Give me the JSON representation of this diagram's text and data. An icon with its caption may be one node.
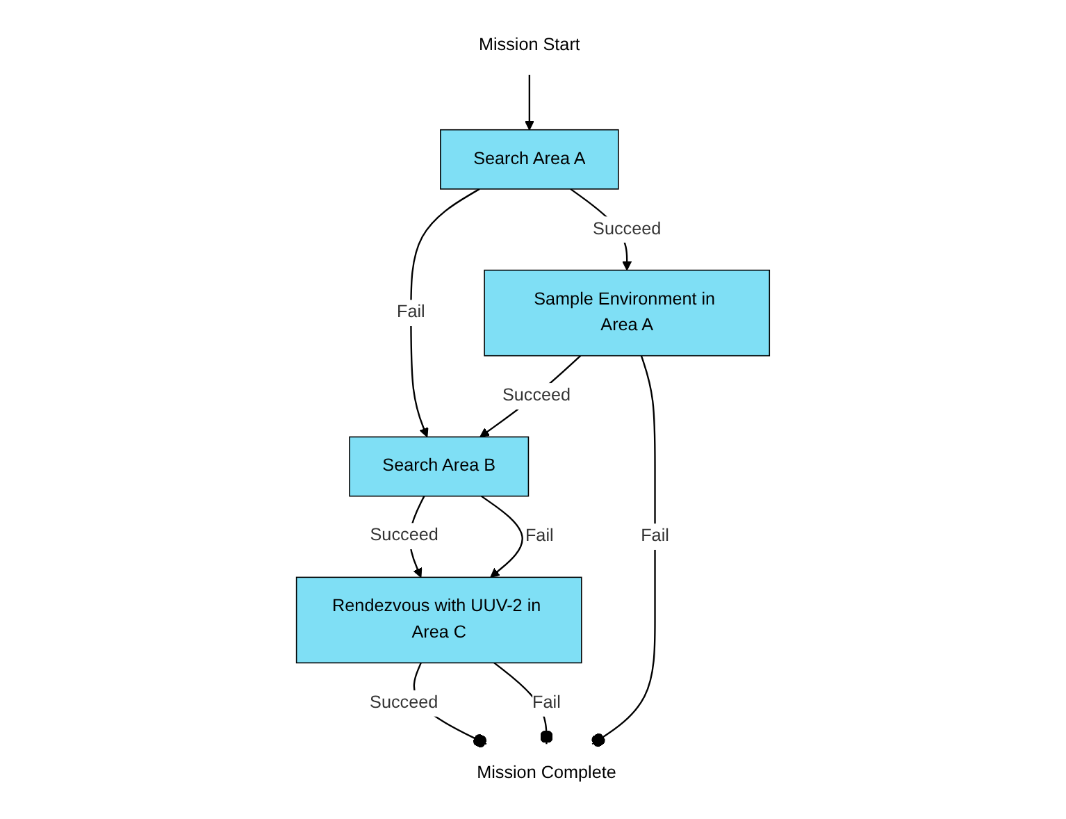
{
  "diagram": {
    "nodes": [
      {
        "text": [
          "Mission Start"
        ]
      },
      {
        "text": [
          "Search Area A"
        ]
      },
      {
        "text": [
          "Search Area B"
        ]
      },
      {
        "text": [
          "Sample Environment in Area A"
        ]
      },
      {
        "text": [
          "Rendezvous with UUV-2 in Area C"
        ]
      },
      {
        "text": [
          "Mission Complete"
        ]
      }
    ],
    "edges": [
      {
        "from": 0,
        "to": 1,
        "arrow": "to"
      },
      {
        "from": 1,
        "to": 2,
        "label": "Fail",
        "arrow": "to"
      },
      {
        "from": 1,
        "to": 3,
        "label": "Succeed",
        "arrow": "to"
      },
      {
        "from": 3,
        "to": 2,
        "label": "Succeed",
        "arrow": "to"
      },
      {
        "from": 2,
        "to": 4,
        "label": "Succeed",
        "arrow": "to"
      },
      {
        "from": 2,
        "to": 4,
        "label": "Fail",
        "arrow": "to"
      },
      {
        "from": 3,
        "to": 5,
        "label": "Fail",
        "arrow": "other"
      },
      {
        "from": 4,
        "to": 5,
        "label": "Succeed",
        "arrow": "other"
      },
      {
        "from": 4,
        "to": 5,
        "label": "Fail",
        "arrow": "other"
      }
    ]
  }
}
